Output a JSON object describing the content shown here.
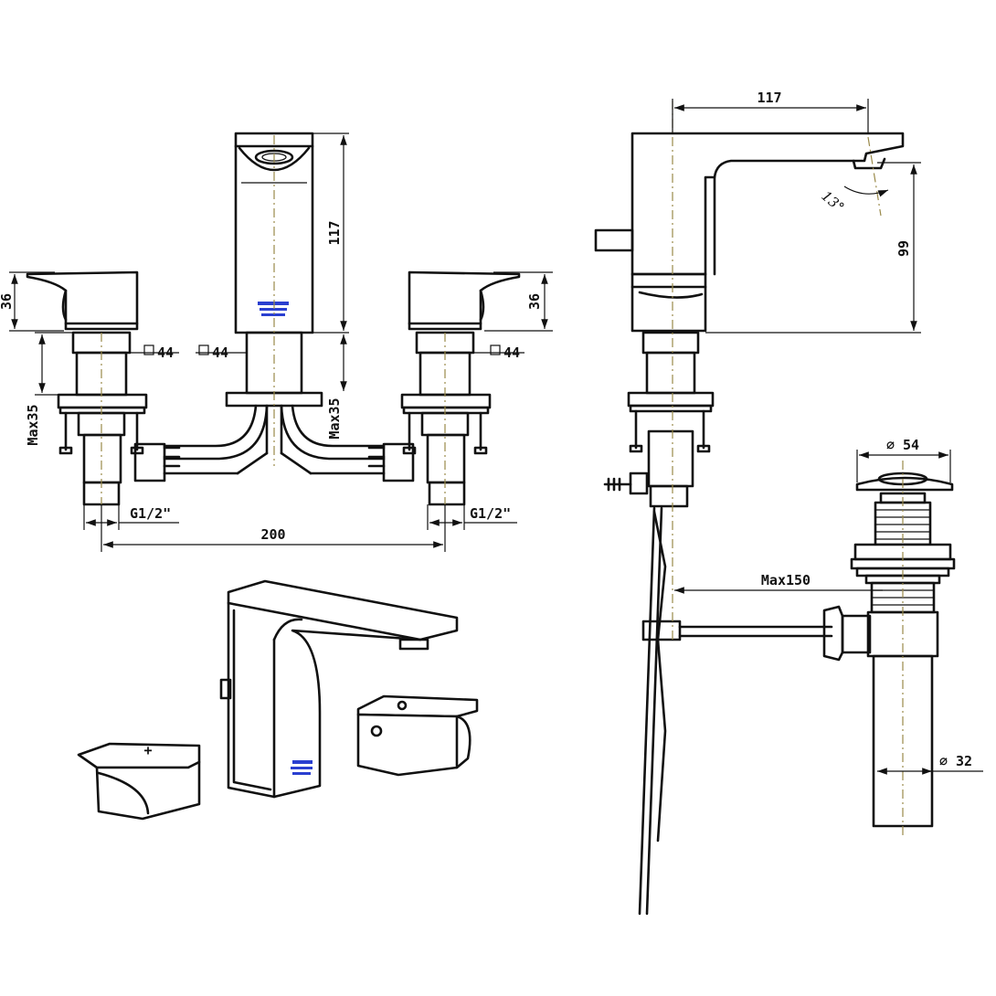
{
  "front_view": {
    "spout_height": "117",
    "left_handle_height": "36",
    "right_handle_height": "36",
    "left_square": "44",
    "center_square": "44",
    "right_square": "44",
    "left_max_mount": "Max35",
    "center_max_mount": "Max35",
    "left_thread": "G1/2\"",
    "right_thread": "G1/2\"",
    "spread": "200"
  },
  "side_view": {
    "spout_reach": "117",
    "spout_height": "99",
    "spout_angle": "13°",
    "pop_up_max": "Max150"
  },
  "drain": {
    "top_diameter": "54",
    "tail_diameter": "32",
    "diameter_symbol": "∅"
  }
}
